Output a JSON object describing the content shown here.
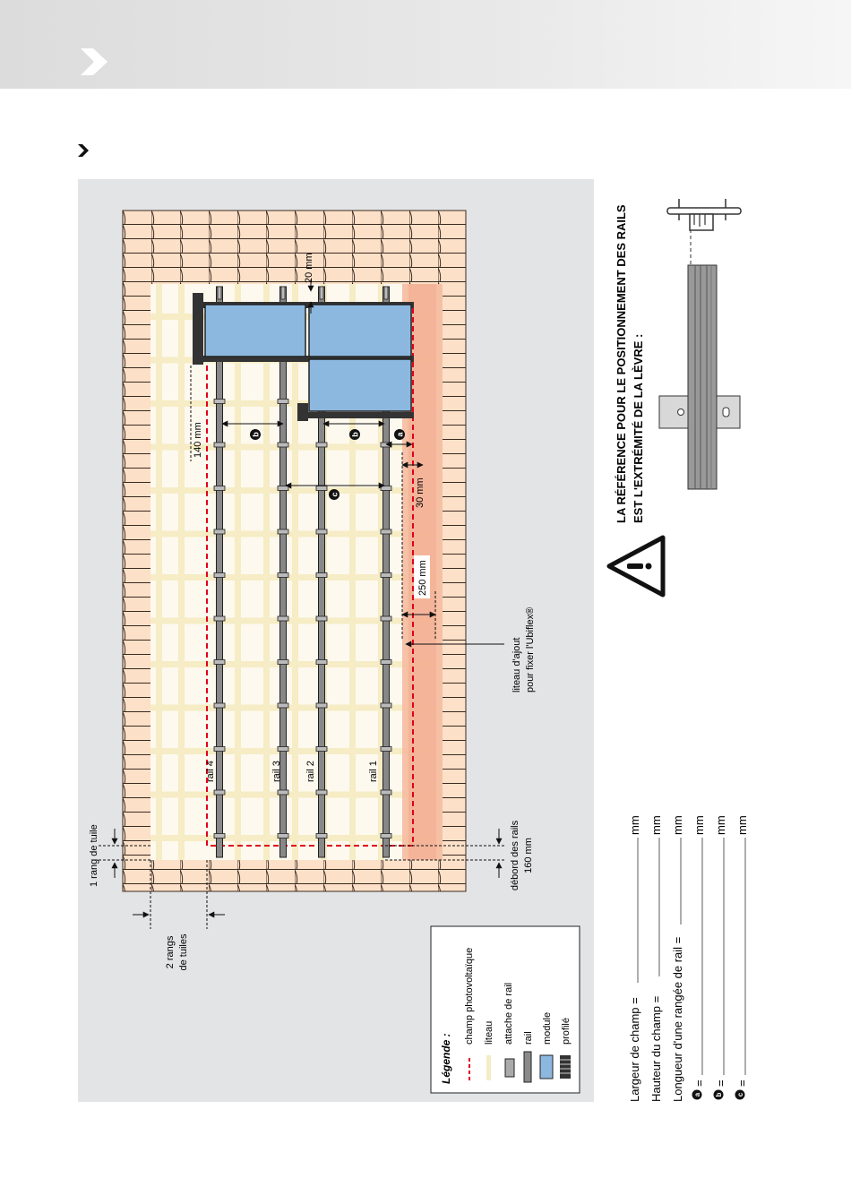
{
  "diagram": {
    "labels": {
      "tile_row_one": "1 rang de tuile",
      "tile_rows_two_a": "2 rangs",
      "tile_rows_two_b": "de tuiles",
      "overhang_a": "débord des rails",
      "overhang_b": "160 mm",
      "dim_20": "20 mm",
      "dim_140": "140 mm",
      "dim_30": "30 mm",
      "dim_250": "250 mm",
      "extra_batten_a": "liteau d'ajout",
      "extra_batten_b": "pour fixer l'Ubiflex®",
      "rail_4": "rail 4",
      "rail_3": "rail 3",
      "rail_2": "rail 2",
      "rail_1": "rail 1",
      "marker_a": "a",
      "marker_b": "b",
      "marker_c": "c"
    },
    "colors": {
      "tile": "#fde0c8",
      "tile_outline": "#3a2a20",
      "batten": "#f6ecc5",
      "module": "#8cb8e0",
      "pv_field": "#e2001a",
      "extra_batten": "#f5b89e",
      "panel_bg": "#e3e4e6"
    }
  },
  "legend": {
    "title": "Légende :",
    "items": [
      "champ photovoltaïque",
      "liteau",
      "attache de rail",
      "rail",
      "module",
      "profilé"
    ]
  },
  "warning": {
    "line1": "LA RÉFÉRENCE POUR LE POSITIONNEMENT DES RAILS",
    "line2": "EST L'EXTRÉMITÉ DE LA LÈVRE :",
    "icon": "warning-triangle-icon"
  },
  "form": {
    "field_width": "Largeur de champ = ",
    "field_height": "Hauteur du champ = ",
    "rail_row_length": "Longueur d'une rangée de rail = ",
    "a_label": "a",
    "b_label": "b",
    "c_label": "c",
    "equals": " = ",
    "unit": "mm"
  }
}
